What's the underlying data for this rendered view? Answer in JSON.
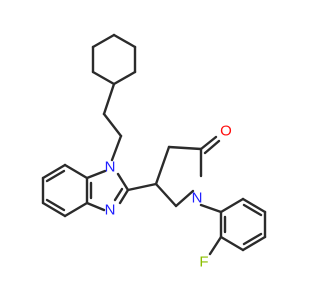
{
  "molecule": {
    "colors": {
      "bond": "#2b2b2b",
      "nitrogen": "#2020ff",
      "oxygen": "#ff0d0d",
      "fluorine": "#8bbf00"
    },
    "atoms": {
      "n1": "N",
      "n2": "N",
      "n3": "N",
      "o": "O",
      "f": "F"
    }
  }
}
